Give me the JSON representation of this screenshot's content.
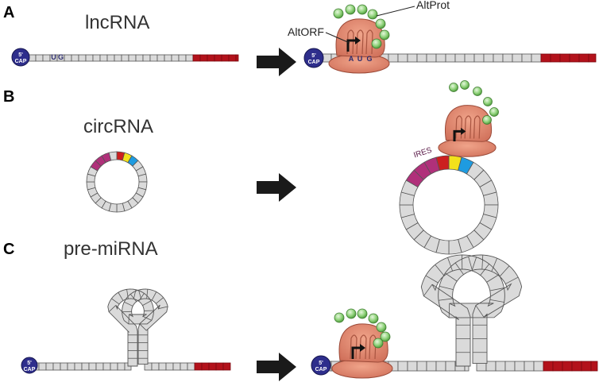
{
  "panels": [
    {
      "letter": "A",
      "title": "lncRNA"
    },
    {
      "letter": "B",
      "title": "circRNA"
    },
    {
      "letter": "C",
      "title": "pre-miRNA"
    }
  ],
  "labels": {
    "altprot": "AltProt",
    "altorf": "AltORF",
    "ires": "IRES",
    "cap_top": "5'",
    "cap_bottom": "CAP",
    "codon_a": "A",
    "codon_u": "U",
    "codon_g": "G"
  },
  "colors": {
    "cap": "#2e2e8c",
    "rna_segment": "#dadada",
    "poly_a_tail": "#b3121b",
    "ires": "#b0307a",
    "codon_red": "#cc1f1f",
    "codon_yellow": "#f2e11b",
    "codon_blue": "#1e9be0",
    "ribosome": "#e08a6e",
    "peptide": "#7fc86a",
    "arrow": "#1a1a1a"
  },
  "icons": [
    "cap-icon",
    "ribosome-icon",
    "peptide-bead-icon",
    "start-arrow-icon",
    "process-arrow-icon"
  ]
}
